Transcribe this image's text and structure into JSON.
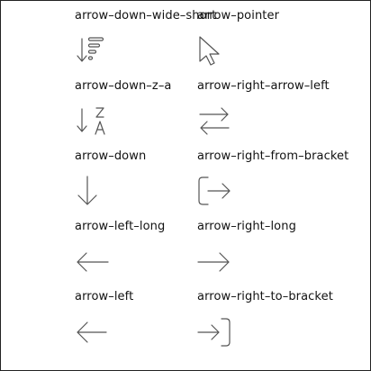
{
  "icons": [
    {
      "name": "arrow-down-wide-short",
      "label": "arrow–down–wide–short"
    },
    {
      "name": "arrow-pointer",
      "label": "arrow–pointer"
    },
    {
      "name": "arrow-down-z-a",
      "label": "arrow–down–z–a"
    },
    {
      "name": "arrow-right-arrow-left",
      "label": "arrow–right–arrow–left"
    },
    {
      "name": "arrow-down",
      "label": "arrow–down"
    },
    {
      "name": "arrow-right-from-bracket",
      "label": "arrow–right–from–bracket"
    },
    {
      "name": "arrow-left-long",
      "label": "arrow–left–long"
    },
    {
      "name": "arrow-right-long",
      "label": "arrow–right–long"
    },
    {
      "name": "arrow-left",
      "label": "arrow–left"
    },
    {
      "name": "arrow-right-to-bracket",
      "label": "arrow–right–to–bracket"
    }
  ],
  "glyphs": {
    "z": "Z",
    "a": "A"
  },
  "colors": {
    "icon_stroke": "#555555",
    "text": "#111111",
    "background": "#ffffff",
    "border": "#222222"
  }
}
